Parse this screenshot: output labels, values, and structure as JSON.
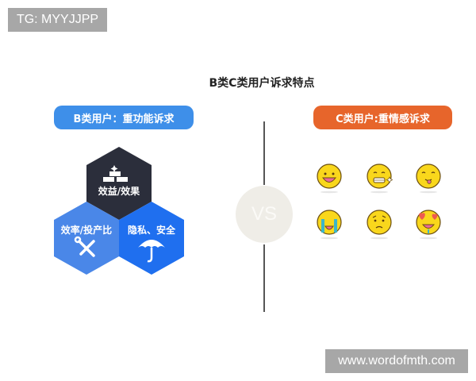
{
  "watermarks": {
    "top_left": "TG: MYYJJPP",
    "bottom_right": "www.wordofmth.com"
  },
  "title": "B类C类用户诉求特点",
  "b_side": {
    "pill_label": "B类用户：重功能诉求",
    "pill_color": "#3e8fe9",
    "hexagons": [
      {
        "label": "效益/效果",
        "icon": "gold-bars-icon",
        "color": "#2b2e3b"
      },
      {
        "label": "效率/投产比",
        "icon": "tools-icon",
        "color": "#4a87e8"
      },
      {
        "label": "隐私、安全",
        "icon": "umbrella-icon",
        "color": "#1f6fef"
      }
    ]
  },
  "divider": {
    "vs_label": "VS"
  },
  "c_side": {
    "pill_label": "C类用户:重情感诉求",
    "pill_color": "#e7652b",
    "emojis": [
      {
        "name": "laughing-face-icon"
      },
      {
        "name": "grinning-teeth-sparkle-face-icon"
      },
      {
        "name": "tongue-out-face-icon"
      },
      {
        "name": "crying-face-icon"
      },
      {
        "name": "worried-face-icon"
      },
      {
        "name": "heart-eyes-face-icon"
      }
    ]
  }
}
